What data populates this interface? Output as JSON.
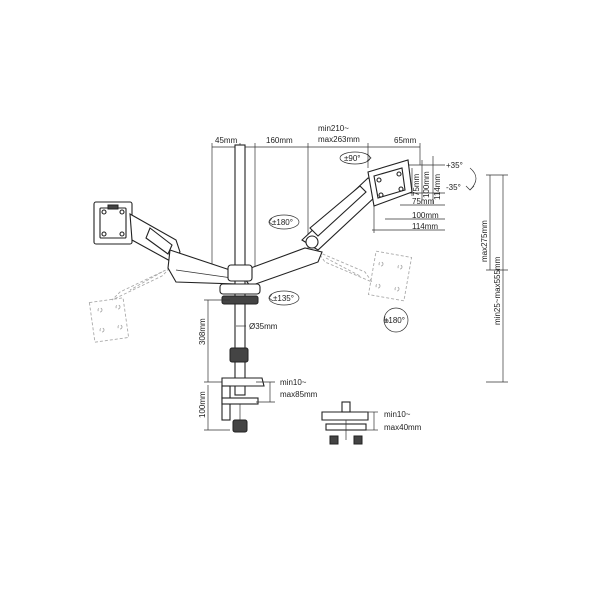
{
  "labels": {
    "dim_45": "45mm",
    "dim_160": "160mm",
    "dim_reach": "min210~\nmax263mm",
    "dim_65": "65mm",
    "rot_90": "±90°",
    "tilt_up": "+35°",
    "tilt_down": "-35°",
    "vesa_75v": "75mm",
    "vesa_100v": "100mm",
    "vesa_114v": "114mm",
    "vesa_75h": "75mm",
    "vesa_100h": "100mm",
    "vesa_114h": "114mm",
    "rot_180_top": "±180°",
    "rot_135": "±135°",
    "rot_180_right": "±180°",
    "pole_dia": "Ø35mm",
    "pole_308": "308mm",
    "base_100": "100mm",
    "clamp_range": "min10~\nmax85mm",
    "grommet_range": "min10~\nmax40mm",
    "max275": "max275mm",
    "height_range": "min25~max555mm"
  }
}
